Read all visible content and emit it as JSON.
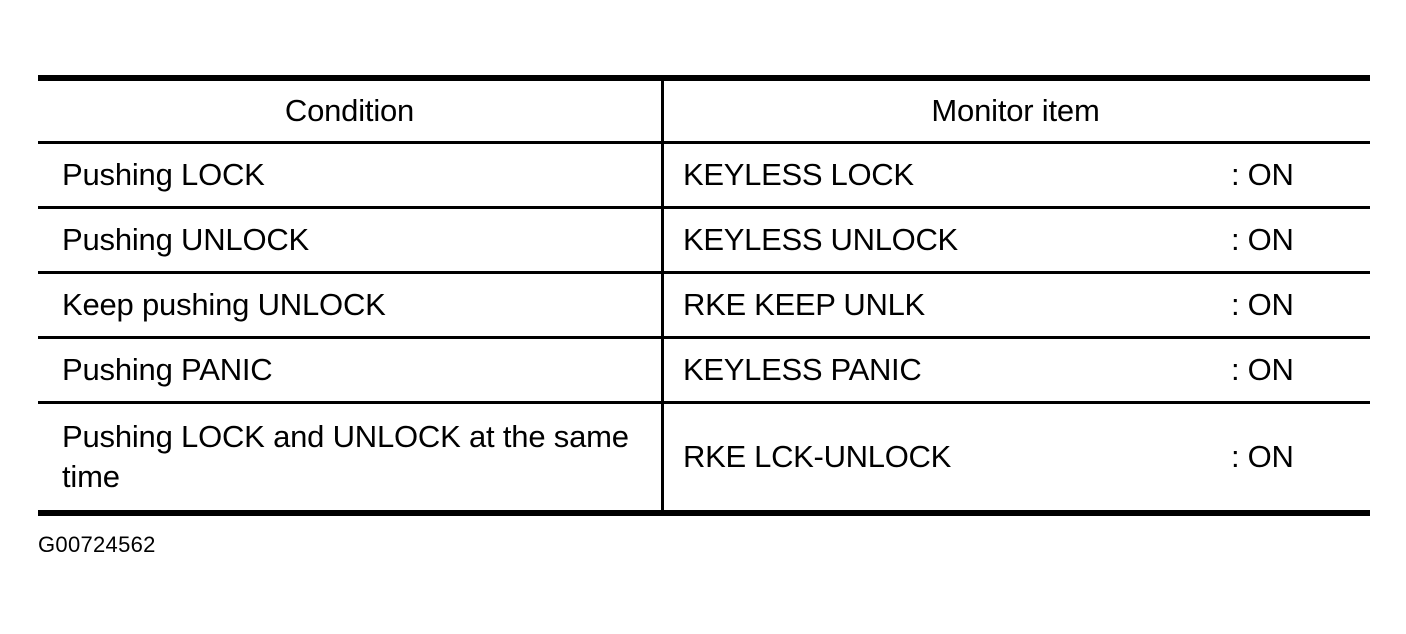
{
  "figure": {
    "caption": "G00724562"
  },
  "table": {
    "columns": [
      {
        "key": "condition",
        "header": "Condition"
      },
      {
        "key": "monitor",
        "header": "Monitor item"
      }
    ],
    "rows": [
      {
        "condition": "Pushing LOCK",
        "monitor_item": "KEYLESS LOCK",
        "monitor_value": ": ON"
      },
      {
        "condition": "Pushing UNLOCK",
        "monitor_item": "KEYLESS UNLOCK",
        "monitor_value": ": ON"
      },
      {
        "condition": "Keep pushing UNLOCK",
        "monitor_item": "RKE KEEP UNLK",
        "monitor_value": ": ON"
      },
      {
        "condition": "Pushing PANIC",
        "monitor_item": "KEYLESS PANIC",
        "monitor_value": ": ON"
      },
      {
        "condition": "Pushing LOCK and UNLOCK at the same time",
        "monitor_item": "RKE LCK-UNLOCK",
        "monitor_value": ": ON"
      }
    ]
  },
  "style": {
    "ink_color": "#000000",
    "paper_color": "#ffffff"
  }
}
